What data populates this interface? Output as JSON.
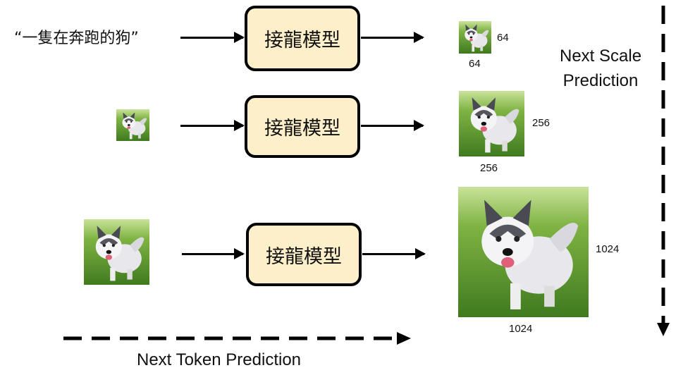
{
  "prompt": "“一隻在奔跑的狗”",
  "model_label": "接龍模型",
  "rows": [
    {
      "output_width": "64",
      "output_height": "64"
    },
    {
      "output_width": "256",
      "output_height": "256"
    },
    {
      "output_width": "1024",
      "output_height": "1024"
    }
  ],
  "next_scale_label_line1": "Next Scale",
  "next_scale_label_line2": "Prediction",
  "next_token_label": "Next Token Prediction"
}
